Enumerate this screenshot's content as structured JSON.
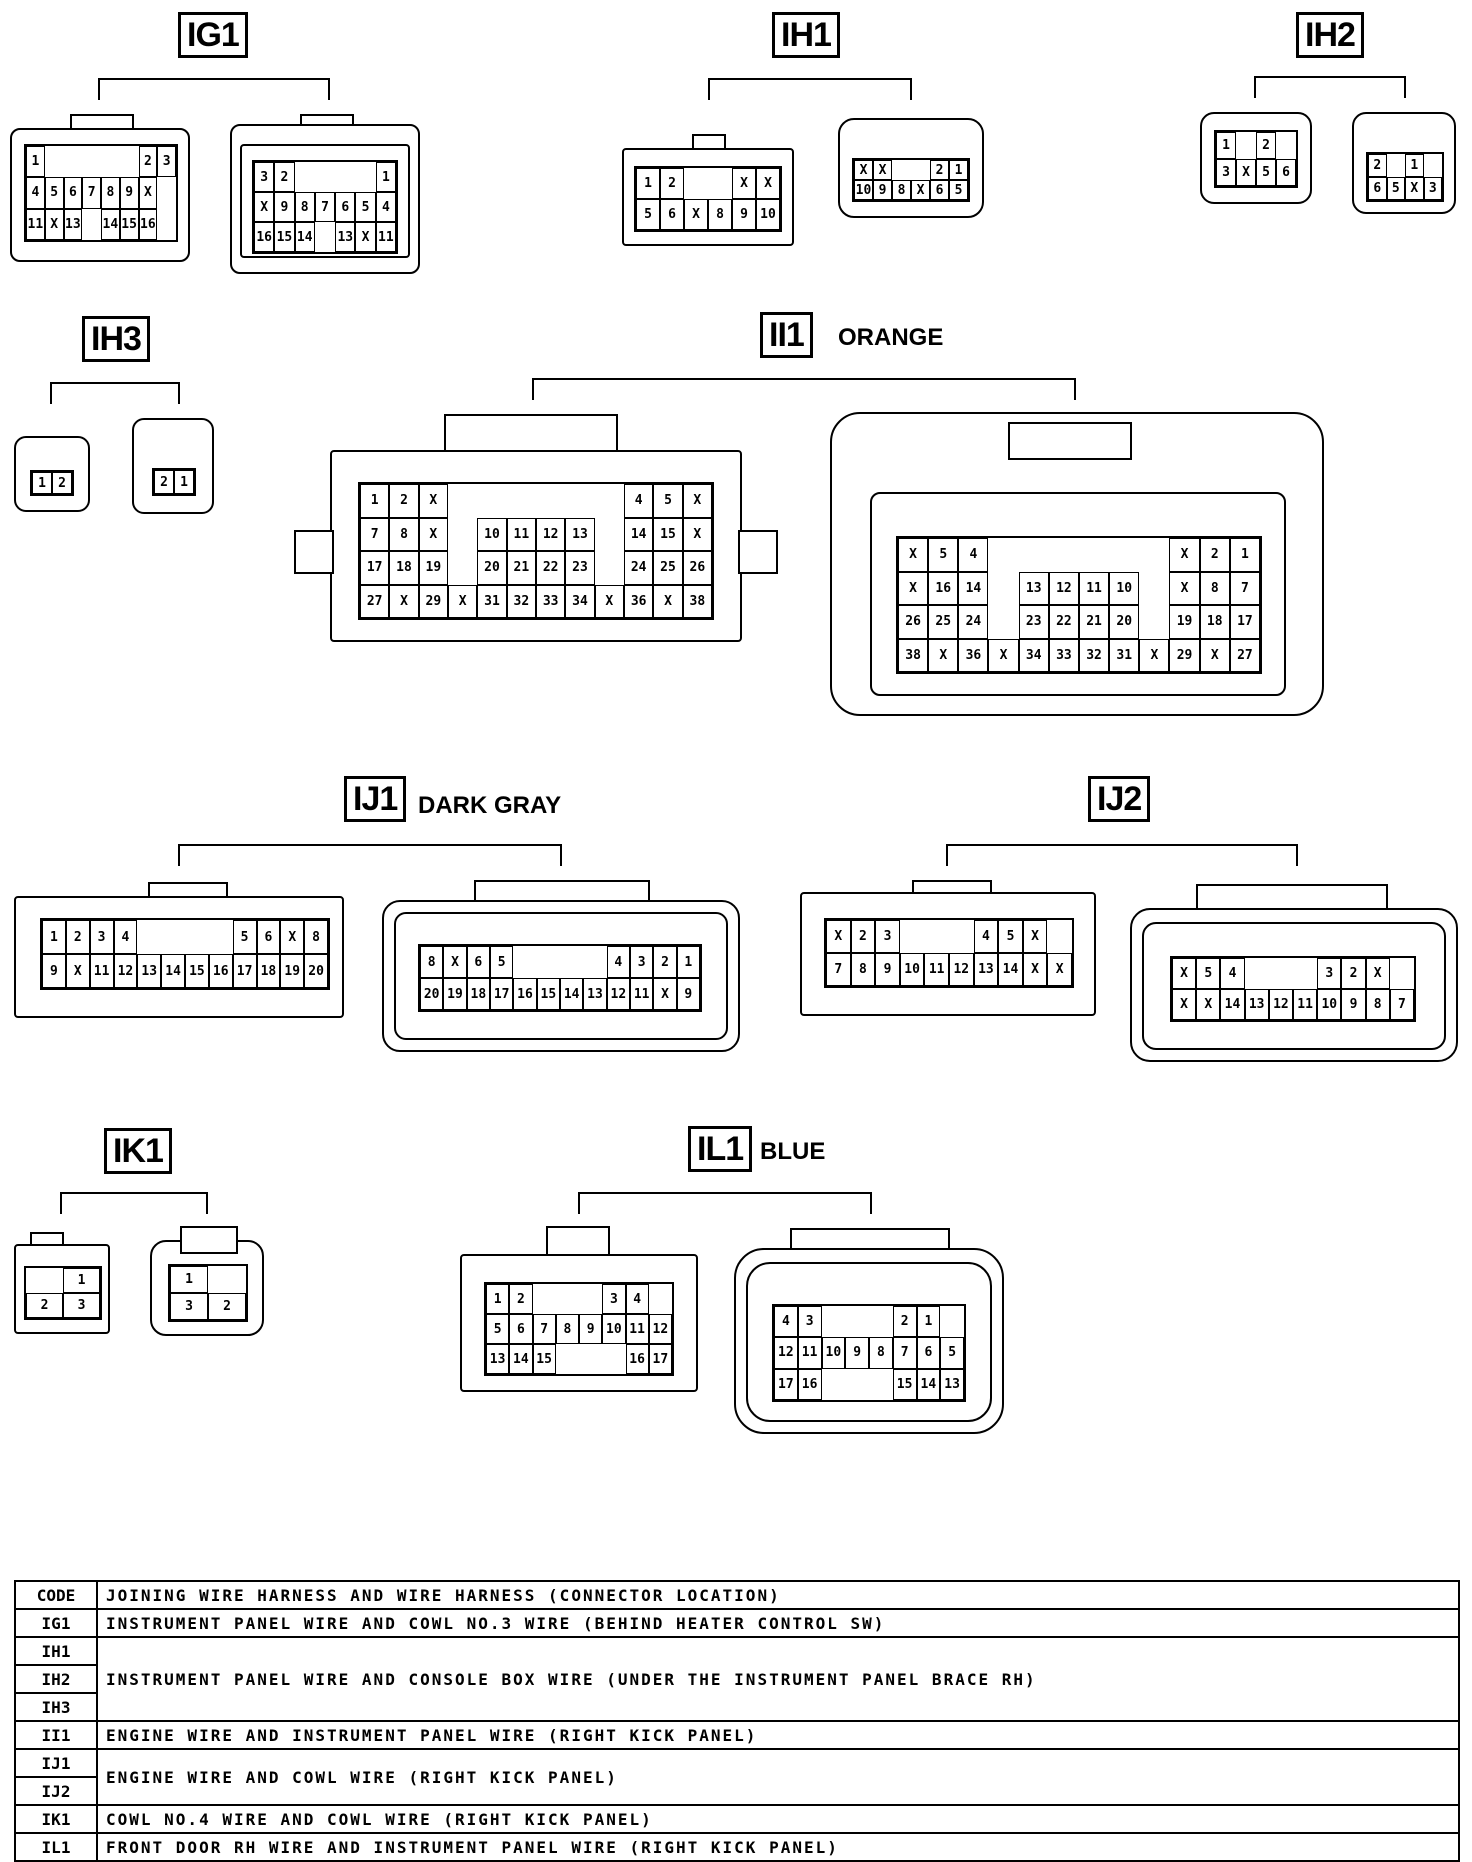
{
  "labels": {
    "IG1": "IG1",
    "IH1": "IH1",
    "IH2": "IH2",
    "IH3": "IH3",
    "II1": "II1",
    "II1_color": "ORANGE",
    "IJ1": "IJ1",
    "IJ1_color": "DARK GRAY",
    "IJ2": "IJ2",
    "IK1": "IK1",
    "IL1": "IL1",
    "IL1_color": "BLUE"
  },
  "connectors": {
    "IG1_female": [
      [
        "1",
        "",
        "",
        "",
        "",
        "",
        "2",
        "3"
      ],
      [
        "4",
        "5",
        "6",
        "7",
        "8",
        "9",
        "X",
        ""
      ],
      [
        "11",
        "X",
        "13",
        "",
        "14",
        "15",
        "16",
        ""
      ]
    ],
    "IG1_male": [
      [
        "3",
        "2",
        "",
        "",
        "",
        "",
        "1"
      ],
      [
        "X",
        "9",
        "8",
        "7",
        "6",
        "5",
        "4"
      ],
      [
        "16",
        "15",
        "14",
        "",
        "13",
        "X",
        "11"
      ]
    ],
    "IH1_female": [
      [
        "1",
        "2",
        "",
        "",
        "X",
        "X"
      ],
      [
        "5",
        "6",
        "X",
        "8",
        "9",
        "10"
      ]
    ],
    "IH1_male": [
      [
        "X",
        "X",
        "",
        "",
        "2",
        "1"
      ],
      [
        "10",
        "9",
        "8",
        "X",
        "6",
        "5"
      ]
    ],
    "IH2_female": [
      [
        "1",
        "",
        "2"
      ],
      [
        "3",
        "X",
        "5",
        "6"
      ]
    ],
    "IH2_male": [
      [
        "2",
        "",
        "1"
      ],
      [
        "6",
        "5",
        "X",
        "3"
      ]
    ],
    "IH3_female": [
      [
        "1",
        "2"
      ]
    ],
    "IH3_male": [
      [
        "2",
        "1"
      ]
    ],
    "II1_female": [
      [
        "1",
        "2",
        "X",
        "",
        "",
        "",
        "",
        "",
        "",
        "4",
        "5",
        "X"
      ],
      [
        "7",
        "8",
        "X",
        "",
        "10",
        "11",
        "12",
        "13",
        "",
        "14",
        "15",
        "X"
      ],
      [
        "17",
        "18",
        "19",
        "",
        "20",
        "21",
        "22",
        "23",
        "",
        "24",
        "25",
        "26"
      ],
      [
        "27",
        "X",
        "29",
        "X",
        "31",
        "32",
        "33",
        "34",
        "X",
        "36",
        "X",
        "38"
      ]
    ],
    "II1_male": [
      [
        "X",
        "5",
        "4",
        "",
        "",
        "",
        "",
        "",
        "",
        "X",
        "2",
        "1"
      ],
      [
        "X",
        "16",
        "14",
        "",
        "13",
        "12",
        "11",
        "10",
        "",
        "X",
        "8",
        "7"
      ],
      [
        "26",
        "25",
        "24",
        "",
        "23",
        "22",
        "21",
        "20",
        "",
        "19",
        "18",
        "17"
      ],
      [
        "38",
        "X",
        "36",
        "X",
        "34",
        "33",
        "32",
        "31",
        "X",
        "29",
        "X",
        "27"
      ]
    ],
    "IJ1_female": [
      [
        "1",
        "2",
        "3",
        "4",
        "",
        "",
        "",
        "",
        "5",
        "6",
        "X",
        "8"
      ],
      [
        "9",
        "X",
        "11",
        "12",
        "13",
        "14",
        "15",
        "16",
        "17",
        "18",
        "19",
        "20"
      ]
    ],
    "IJ1_male": [
      [
        "8",
        "X",
        "6",
        "5",
        "",
        "",
        "",
        "",
        "4",
        "3",
        "2",
        "1"
      ],
      [
        "20",
        "19",
        "18",
        "17",
        "16",
        "15",
        "14",
        "13",
        "12",
        "11",
        "X",
        "9"
      ]
    ],
    "IJ2_female": [
      [
        "X",
        "2",
        "3",
        "",
        "",
        "",
        "4",
        "5",
        "X"
      ],
      [
        "7",
        "8",
        "9",
        "10",
        "11",
        "12",
        "13",
        "14",
        "X",
        "X"
      ]
    ],
    "IJ2_male": [
      [
        "X",
        "5",
        "4",
        "",
        "",
        "",
        "3",
        "2",
        "X"
      ],
      [
        "X",
        "X",
        "14",
        "13",
        "12",
        "11",
        "10",
        "9",
        "8",
        "7"
      ]
    ],
    "IK1_female": [
      [
        "",
        "1"
      ],
      [
        "2",
        "3"
      ]
    ],
    "IK1_male": [
      [
        "1",
        ""
      ],
      [
        "3",
        "2"
      ]
    ],
    "IL1_female": [
      [
        "1",
        "2",
        "",
        "",
        "",
        "3",
        "4"
      ],
      [
        "5",
        "6",
        "7",
        "8",
        "9",
        "10",
        "11",
        "12"
      ],
      [
        "13",
        "14",
        "15",
        "",
        "",
        "",
        "16",
        "17"
      ]
    ],
    "IL1_male": [
      [
        "4",
        "3",
        "",
        "",
        "",
        "2",
        "1"
      ],
      [
        "12",
        "11",
        "10",
        "9",
        "8",
        "7",
        "6",
        "5"
      ],
      [
        "17",
        "16",
        "",
        "",
        "",
        "15",
        "14",
        "13"
      ]
    ]
  },
  "table": {
    "header": {
      "code": "CODE",
      "desc": "JOINING WIRE HARNESS AND WIRE HARNESS (CONNECTOR LOCATION)"
    },
    "rows": [
      {
        "codes": [
          "IG1"
        ],
        "desc": "INSTRUMENT PANEL WIRE AND COWL NO.3 WIRE (BEHIND HEATER CONTROL SW)"
      },
      {
        "codes": [
          "IH1",
          "IH2",
          "IH3"
        ],
        "desc": "INSTRUMENT PANEL WIRE AND CONSOLE BOX WIRE (UNDER THE INSTRUMENT PANEL BRACE RH)"
      },
      {
        "codes": [
          "II1"
        ],
        "desc": "ENGINE WIRE AND INSTRUMENT PANEL WIRE (RIGHT KICK PANEL)"
      },
      {
        "codes": [
          "IJ1",
          "IJ2"
        ],
        "desc": "ENGINE WIRE AND COWL WIRE (RIGHT KICK PANEL)"
      },
      {
        "codes": [
          "IK1"
        ],
        "desc": "COWL NO.4 WIRE AND COWL WIRE (RIGHT KICK PANEL)"
      },
      {
        "codes": [
          "IL1"
        ],
        "desc": "FRONT DOOR RH WIRE AND INSTRUMENT PANEL WIRE (RIGHT KICK PANEL)"
      }
    ]
  }
}
